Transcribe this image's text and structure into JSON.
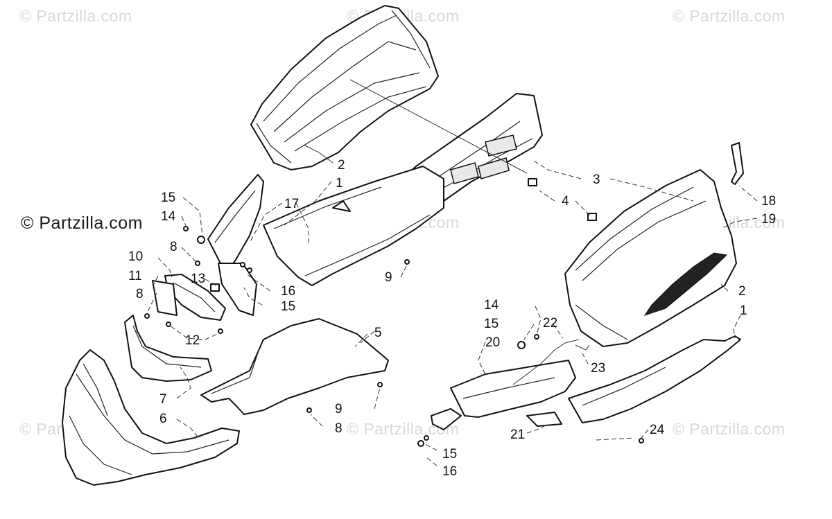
{
  "watermarks": [
    "© Partzilla.com",
    "© Partzilla.com",
    "© Partzilla.com",
    "© Partzilla.com",
    "© Partzilla.com",
    "© Partzilla.com",
    "© Partzilla.com",
    "© Partzilla.com",
    "© Partzilla.com"
  ],
  "callouts": [
    "1",
    "1",
    "2",
    "2",
    "3",
    "4",
    "5",
    "6",
    "7",
    "8",
    "8",
    "8",
    "9",
    "9",
    "10",
    "11",
    "12",
    "13",
    "14",
    "14",
    "15",
    "15",
    "15",
    "15",
    "16",
    "16",
    "17",
    "18",
    "19",
    "20",
    "21",
    "22",
    "23",
    "24"
  ]
}
